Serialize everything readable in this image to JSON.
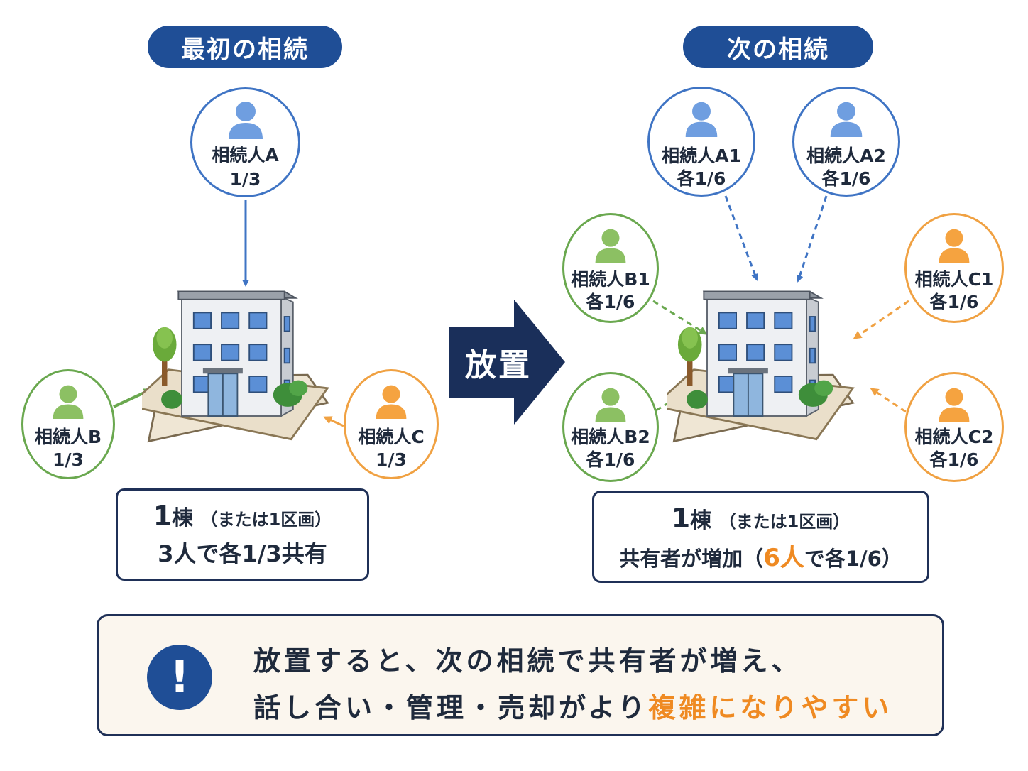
{
  "left_section": {
    "title": "最初の相続",
    "heirs": [
      {
        "name": "相続人A",
        "share": "1/3",
        "color": "blue"
      },
      {
        "name": "相続人B",
        "share": "1/3",
        "color": "green"
      },
      {
        "name": "相続人C",
        "share": "1/3",
        "color": "orange"
      }
    ],
    "summary": {
      "unit_num": "1",
      "unit_word": "棟",
      "unit_paren": "（または1区画）",
      "line2": "3人で各1/3共有"
    }
  },
  "transition": {
    "label": "放置"
  },
  "right_section": {
    "title": "次の相続",
    "heirs": [
      {
        "name": "相続人A1",
        "share": "各1/6",
        "color": "blue"
      },
      {
        "name": "相続人A2",
        "share": "各1/6",
        "color": "blue"
      },
      {
        "name": "相続人B1",
        "share": "各1/6",
        "color": "green"
      },
      {
        "name": "相続人B2",
        "share": "各1/6",
        "color": "green"
      },
      {
        "name": "相続人C1",
        "share": "各1/6",
        "color": "orange"
      },
      {
        "name": "相続人C2",
        "share": "各1/6",
        "color": "orange"
      }
    ],
    "summary": {
      "unit_num": "1",
      "unit_word": "棟",
      "unit_paren": "（または1区画）",
      "line2_pre": "共有者が増加（",
      "line2_accent": "6人",
      "line2_post": "で各1/6）"
    }
  },
  "warning": {
    "icon": "exclamation-icon",
    "line1": "放置すると、次の相続で共有者が増え、",
    "line2_pre": "話し合い・管理・売却がより",
    "line2_accent": "複雑になりやすい"
  },
  "colors": {
    "navy": "#1f4e96",
    "dark_navy": "#1a2f5a",
    "blue": "#3f74c4",
    "green": "#6aa84f",
    "orange": "#f0a142",
    "accent_orange": "#ef8a22"
  }
}
